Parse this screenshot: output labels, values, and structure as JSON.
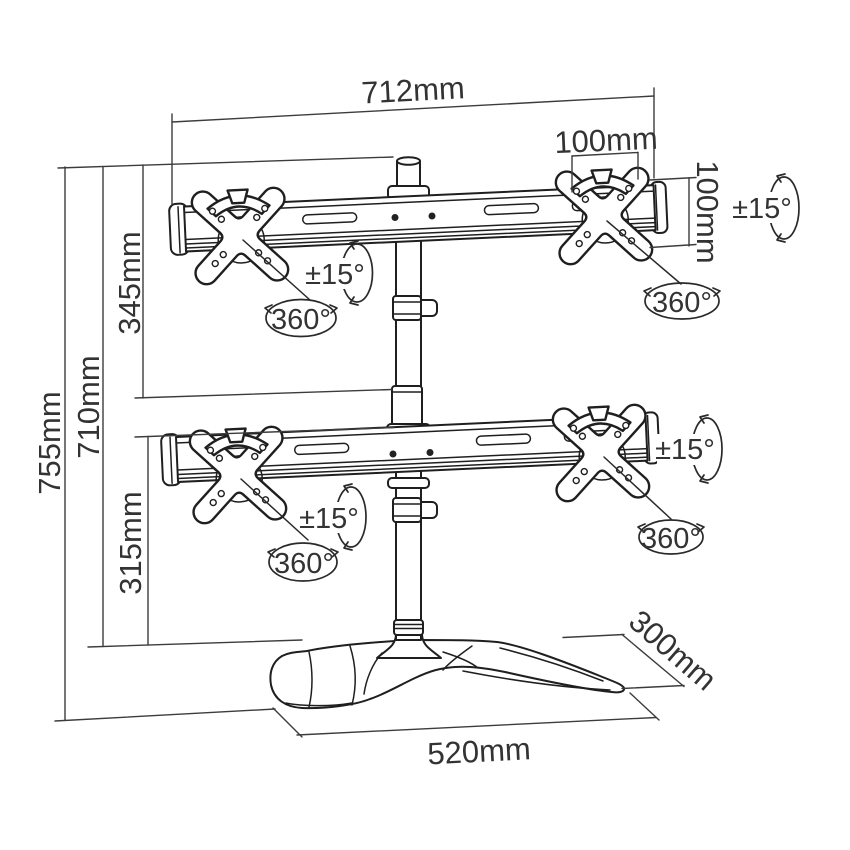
{
  "labels": {
    "top_width": "712mm",
    "vesa_width": "100mm",
    "vesa_height": "100mm",
    "upper_arm_height": "345mm",
    "pole_height": "710mm",
    "total_height": "755mm",
    "lower_arm_height": "315mm",
    "base_depth": "300mm",
    "base_width": "520mm",
    "tilt_range": "±15°",
    "swivel_range": "360°"
  }
}
